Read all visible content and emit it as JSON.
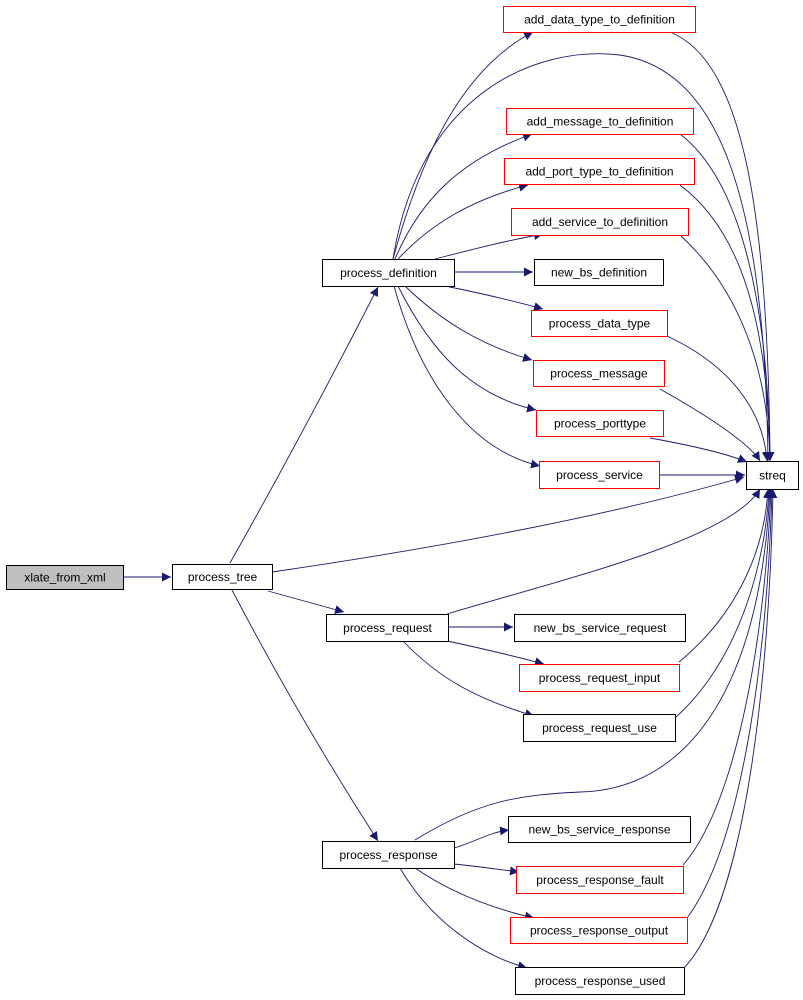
{
  "colors": {
    "edge": "#191970",
    "border_default": "#000000",
    "border_truncated": "#ff0000",
    "root_fill": "#bfbfbf",
    "node_fill": "#ffffff"
  },
  "nodes": [
    {
      "id": "xlate_from_xml",
      "label": "xlate_from_xml",
      "style": "root"
    },
    {
      "id": "process_tree",
      "label": "process_tree",
      "style": "default"
    },
    {
      "id": "process_definition",
      "label": "process_definition",
      "style": "default"
    },
    {
      "id": "process_request",
      "label": "process_request",
      "style": "default"
    },
    {
      "id": "process_response",
      "label": "process_response",
      "style": "default"
    },
    {
      "id": "add_data_type_to_definition",
      "label": "add_data_type_to_definition",
      "style": "truncated"
    },
    {
      "id": "add_message_to_definition",
      "label": "add_message_to_definition",
      "style": "truncated"
    },
    {
      "id": "add_port_type_to_definition",
      "label": "add_port_type_to_definition",
      "style": "truncated"
    },
    {
      "id": "add_service_to_definition",
      "label": "add_service_to_definition",
      "style": "truncated"
    },
    {
      "id": "new_bs_definition",
      "label": "new_bs_definition",
      "style": "default"
    },
    {
      "id": "process_data_type",
      "label": "process_data_type",
      "style": "truncated"
    },
    {
      "id": "process_message",
      "label": "process_message",
      "style": "truncated"
    },
    {
      "id": "process_porttype",
      "label": "process_porttype",
      "style": "truncated"
    },
    {
      "id": "process_service",
      "label": "process_service",
      "style": "truncated"
    },
    {
      "id": "streq",
      "label": "streq",
      "style": "default"
    },
    {
      "id": "new_bs_service_request",
      "label": "new_bs_service_request",
      "style": "default"
    },
    {
      "id": "process_request_input",
      "label": "process_request_input",
      "style": "truncated"
    },
    {
      "id": "process_request_use",
      "label": "process_request_use",
      "style": "default"
    },
    {
      "id": "new_bs_service_response",
      "label": "new_bs_service_response",
      "style": "default"
    },
    {
      "id": "process_response_fault",
      "label": "process_response_fault",
      "style": "truncated"
    },
    {
      "id": "process_response_output",
      "label": "process_response_output",
      "style": "truncated"
    },
    {
      "id": "process_response_used",
      "label": "process_response_used",
      "style": "default"
    }
  ],
  "edges": [
    [
      "xlate_from_xml",
      "process_tree"
    ],
    [
      "process_tree",
      "process_definition"
    ],
    [
      "process_tree",
      "streq"
    ],
    [
      "process_tree",
      "process_request"
    ],
    [
      "process_tree",
      "process_response"
    ],
    [
      "process_definition",
      "add_data_type_to_definition"
    ],
    [
      "process_definition",
      "streq"
    ],
    [
      "process_definition",
      "add_message_to_definition"
    ],
    [
      "process_definition",
      "add_port_type_to_definition"
    ],
    [
      "process_definition",
      "add_service_to_definition"
    ],
    [
      "process_definition",
      "new_bs_definition"
    ],
    [
      "process_definition",
      "process_data_type"
    ],
    [
      "process_definition",
      "process_message"
    ],
    [
      "process_definition",
      "process_porttype"
    ],
    [
      "process_definition",
      "process_service"
    ],
    [
      "add_data_type_to_definition",
      "streq"
    ],
    [
      "add_message_to_definition",
      "streq"
    ],
    [
      "add_port_type_to_definition",
      "streq"
    ],
    [
      "add_service_to_definition",
      "streq"
    ],
    [
      "process_data_type",
      "streq"
    ],
    [
      "process_message",
      "streq"
    ],
    [
      "process_porttype",
      "streq"
    ],
    [
      "process_service",
      "streq"
    ],
    [
      "process_request",
      "new_bs_service_request"
    ],
    [
      "process_request",
      "process_request_input"
    ],
    [
      "process_request",
      "process_request_use"
    ],
    [
      "process_request",
      "streq"
    ],
    [
      "process_request_input",
      "streq"
    ],
    [
      "process_request_use",
      "streq"
    ],
    [
      "process_response",
      "new_bs_service_response"
    ],
    [
      "process_response",
      "process_response_fault"
    ],
    [
      "process_response",
      "process_response_output"
    ],
    [
      "process_response",
      "process_response_used"
    ],
    [
      "process_response",
      "streq"
    ],
    [
      "process_response_fault",
      "streq"
    ],
    [
      "process_response_output",
      "streq"
    ],
    [
      "process_response_used",
      "streq"
    ]
  ]
}
